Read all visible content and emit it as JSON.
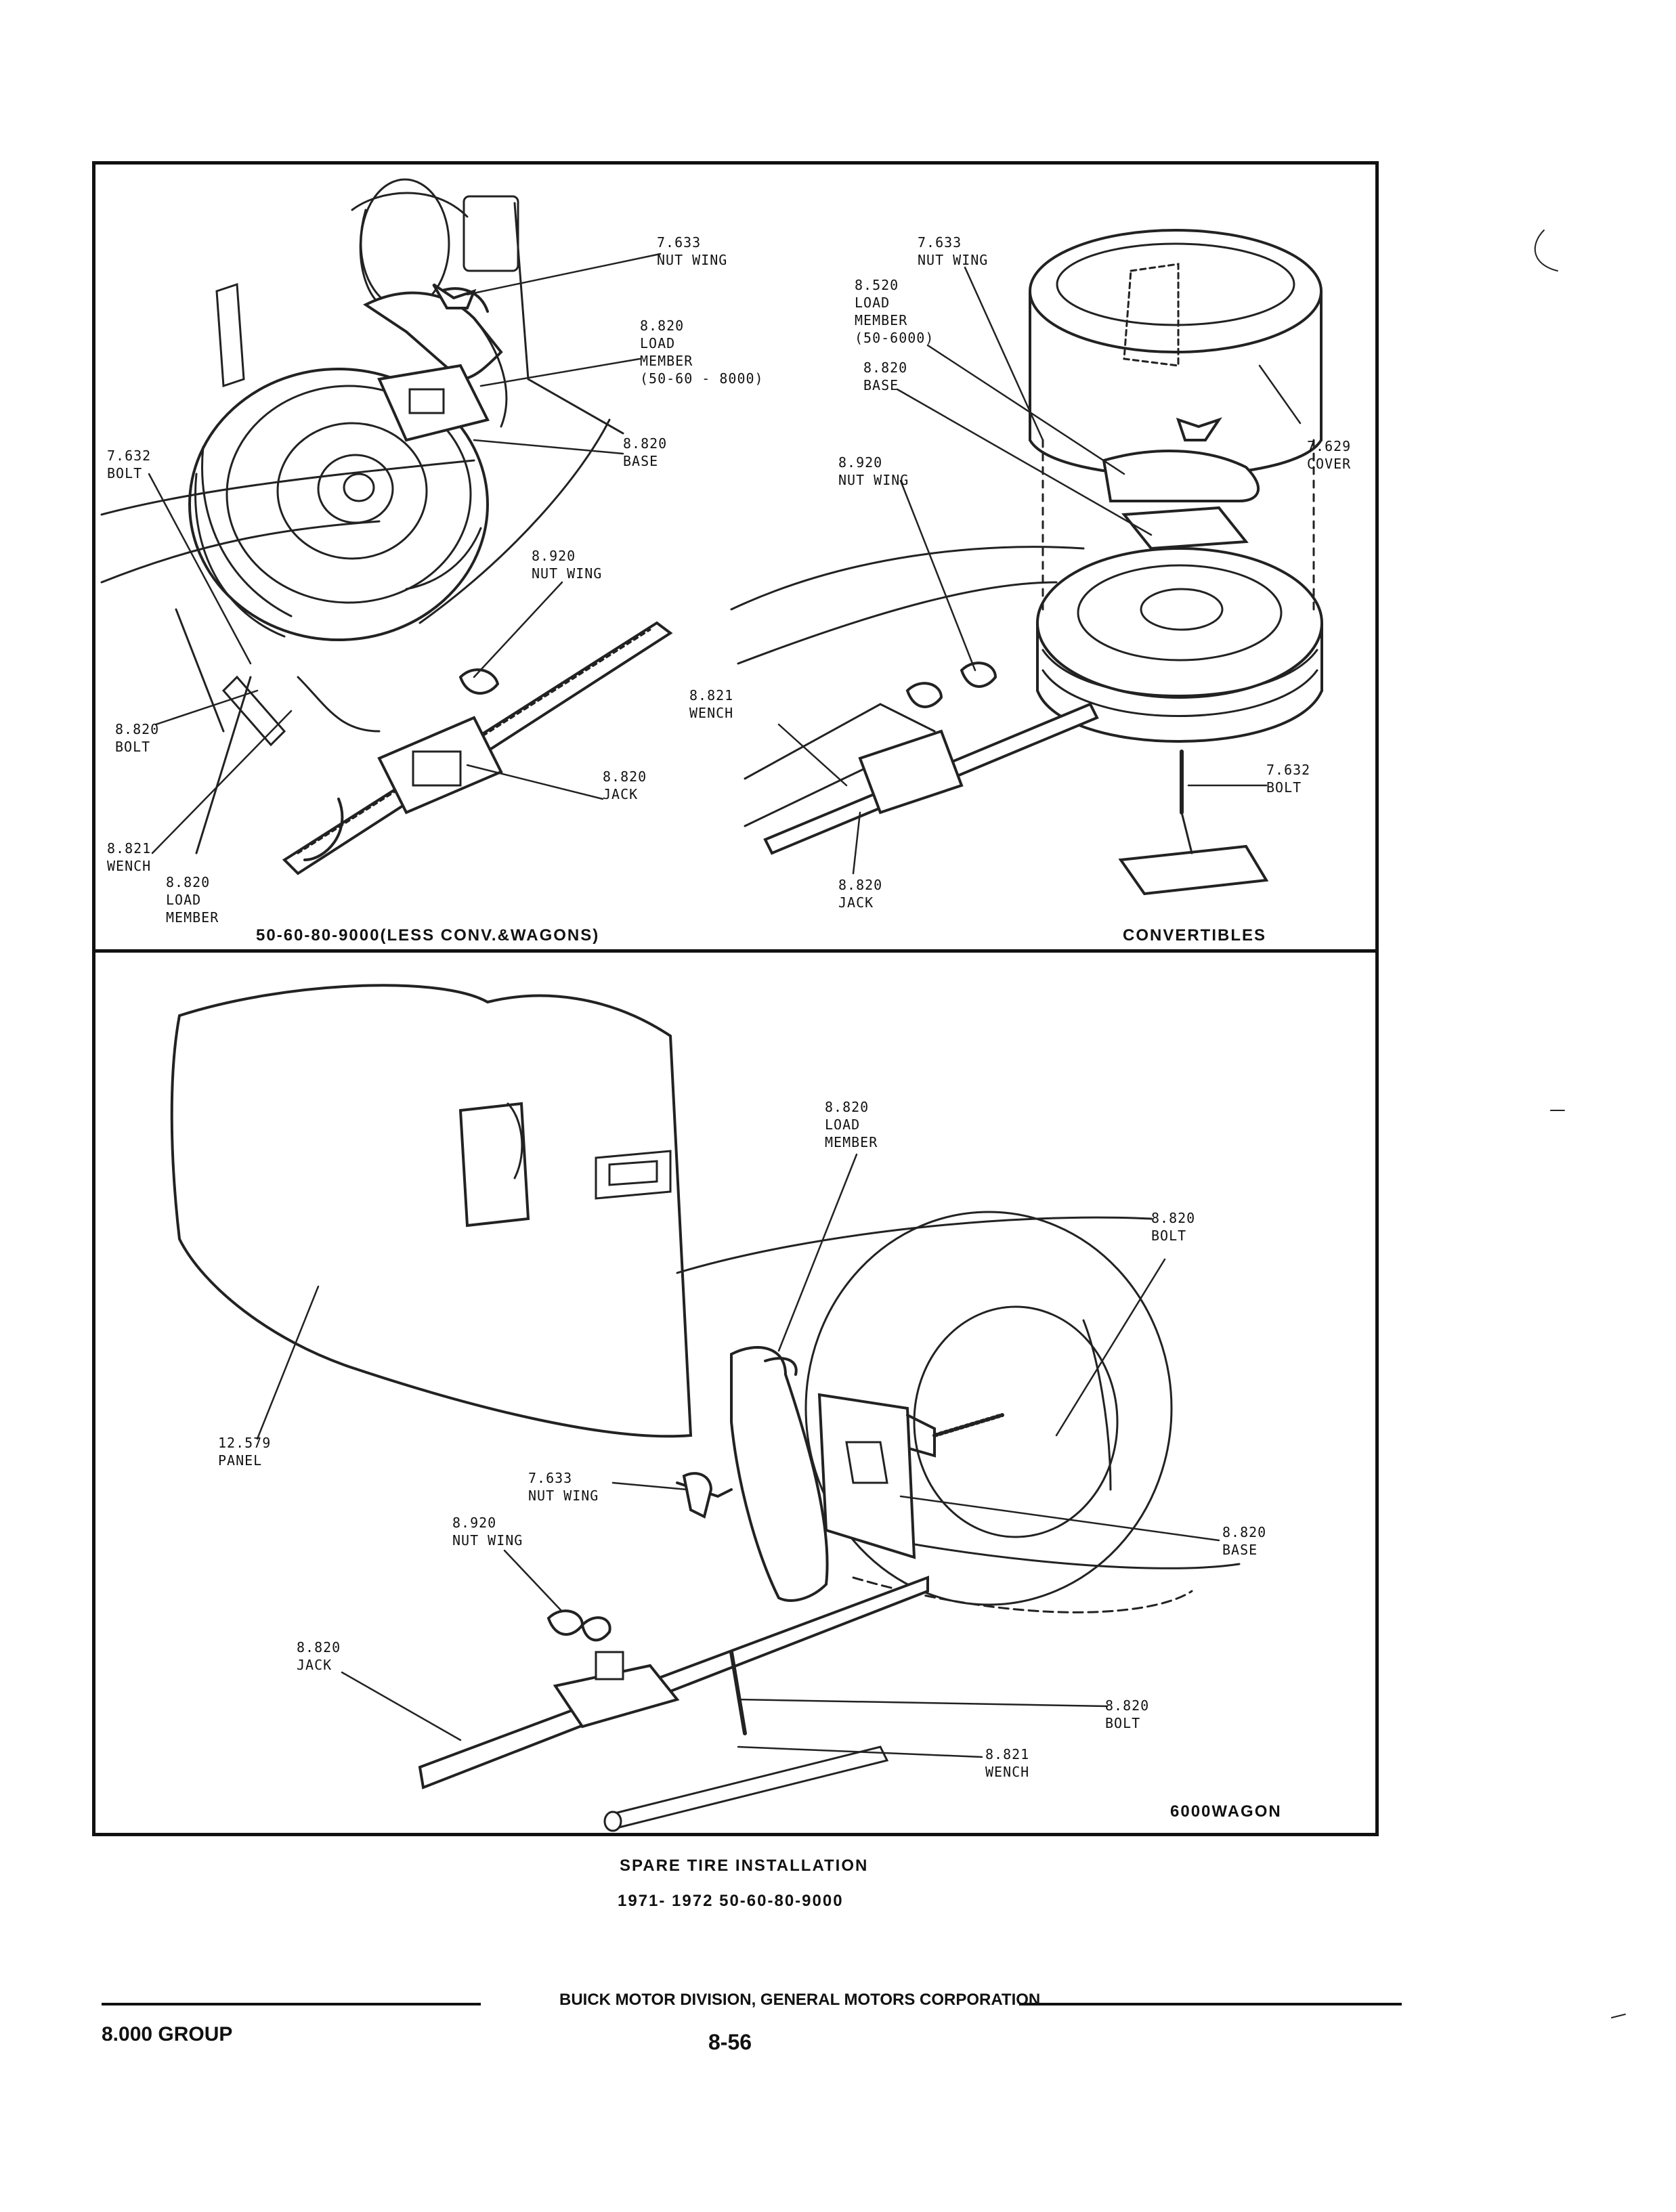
{
  "panels": {
    "top_left": {
      "caption": "50-60-80-9000(LESS CONV.&WAGONS)",
      "labels": {
        "nut_wing_7633": "7.633\nNUT WING",
        "load_member_8820": "8.820\nLOAD\nMEMBER\n(50-60 - 8000)",
        "base_8820": "8.820\nBASE",
        "bolt_7632": "7.632\nBOLT",
        "nut_wing_8920": "8.920\nNUT WING",
        "bolt_8820": "8.820\nBOLT",
        "jack_8820": "8.820\nJACK",
        "wench_8821": "8.821\nWENCH",
        "load_member_8820_b": "8.820\nLOAD\nMEMBER"
      }
    },
    "top_right": {
      "caption": "CONVERTIBLES",
      "labels": {
        "nut_wing_7633": "7.633\nNUT WING",
        "load_member_8520": "8.520\nLOAD\nMEMBER\n(50-6000)",
        "base_8820": "8.820\nBASE",
        "cover_7629": "7.629\nCOVER",
        "nut_wing_8920": "8.920\nNUT WING",
        "wench_8821": "8.821\nWENCH",
        "bolt_7632": "7.632\nBOLT",
        "jack_8820": "8.820\nJACK"
      }
    },
    "bottom": {
      "caption": "6000WAGON",
      "labels": {
        "load_member_8820": "8.820\nLOAD\nMEMBER",
        "bolt_8820_top": "8.820\nBOLT",
        "panel_12579": "12.579\nPANEL",
        "nut_wing_7633": "7.633\nNUT WING",
        "nut_wing_8920": "8.920\nNUT WING",
        "base_8820": "8.820\nBASE",
        "jack_8820": "8.820\nJACK",
        "bolt_8820_bottom": "8.820\nBOLT",
        "wench_8821": "8.821\nWENCH"
      }
    }
  },
  "figure": {
    "title": "SPARE TIRE INSTALLATION",
    "subtitle": "1971- 1972 50-60-80-9000"
  },
  "footer": {
    "company": "BUICK MOTOR DIVISION, GENERAL MOTORS CORPORATION",
    "group": "8.000 GROUP",
    "page": "8-56"
  }
}
